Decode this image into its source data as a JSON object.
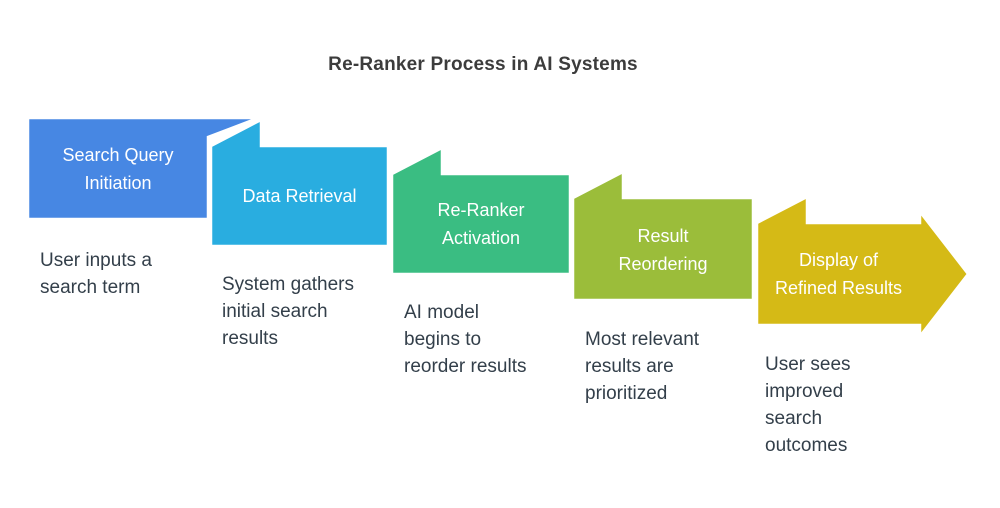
{
  "title": "Re-Ranker Process in AI Systems",
  "steps": [
    {
      "label": "Search Query\nInitiation",
      "description": "User inputs a\nsearch term",
      "color": "#4787e3"
    },
    {
      "label": "Data Retrieval",
      "description": "System gathers\ninitial search\nresults",
      "color": "#29ade0"
    },
    {
      "label": "Re-Ranker\nActivation",
      "description": "AI model\nbegins to\nreorder results",
      "color": "#3abd82"
    },
    {
      "label": "Result\nReordering",
      "description": "Most relevant\nresults are\nprioritized",
      "color": "#9bbd3a"
    },
    {
      "label": "Display of\nRefined Results",
      "description": "User sees\nimproved\nsearch\noutcomes",
      "color": "#d5ba16"
    }
  ],
  "colors": {
    "background": "#ffffff",
    "label_text": "#ffffff",
    "description_text": "#333f4a",
    "title_text": "#3c3c3c",
    "outline": "#ffffff"
  }
}
